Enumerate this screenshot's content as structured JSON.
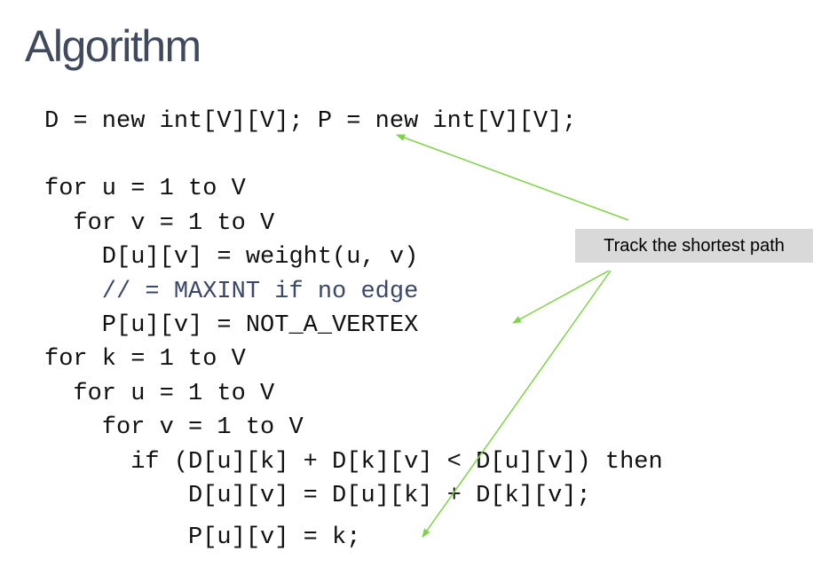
{
  "slide": {
    "title": "Algorithm"
  },
  "code_lines": [
    {
      "text": "D = new int[V][V]; P = new int[V][V];"
    },
    {
      "text": "for u = 1 to V"
    },
    {
      "text": "  for v = 1 to V"
    },
    {
      "text": "    D[u][v] = weight(u, v)"
    },
    {
      "text": "    // = MAXINT if no edge"
    },
    {
      "text": "    P[u][v] = NOT_A_VERTEX"
    },
    {
      "text": "for k = 1 to V"
    },
    {
      "text": "  for u = 1 to V"
    },
    {
      "text": "    for v = 1 to V"
    },
    {
      "text": "      if (D[u][k] + D[k][v] < D[u][v]) then"
    },
    {
      "text": "          D[u][v] = D[u][k] + D[k][v];"
    },
    {
      "text": "          P[u][v] = k;"
    }
  ],
  "callout": {
    "text": "Track the shortest path"
  },
  "colors": {
    "title": "#3f4a5c",
    "comment": "#3a4766",
    "arrow": "#7ed348",
    "callout_bg": "#d9d9d9"
  }
}
